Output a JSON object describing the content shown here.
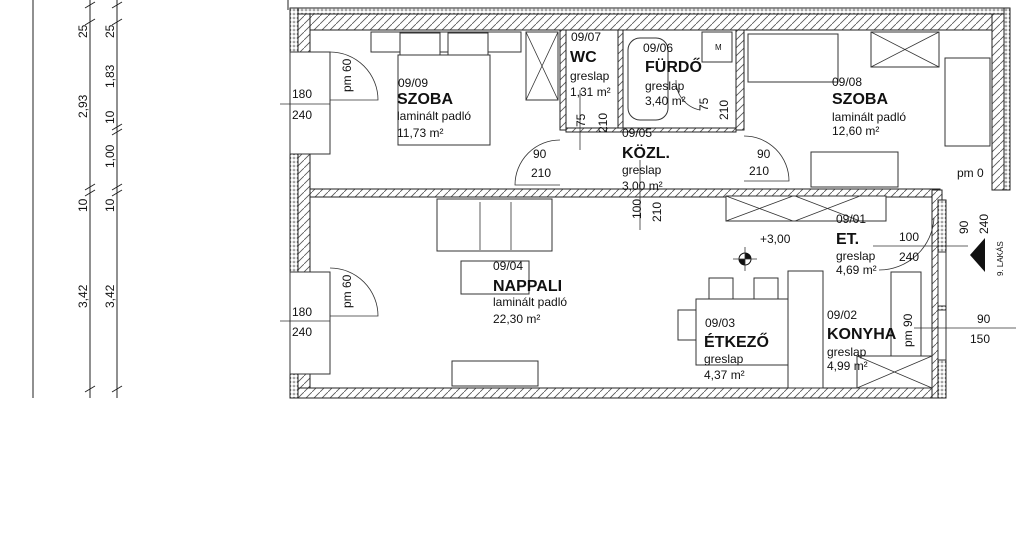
{
  "dimensions": {
    "chain_outer": [
      "25",
      "2,93",
      "10",
      "3,42"
    ],
    "chain_inner": [
      "25",
      "1,83",
      "10",
      "1,00",
      "10",
      "3,42"
    ]
  },
  "rooms": {
    "szoba1": {
      "code": "09/09",
      "name": "SZOBA",
      "floor": "laminált padló",
      "area": "11,73 m²"
    },
    "wc": {
      "code": "09/07",
      "name": "WC",
      "floor": "greslap",
      "area": "1,31 m²"
    },
    "furdo": {
      "code": "09/06",
      "name": "FÜRDŐ",
      "floor": "greslap",
      "area": "3,40 m²"
    },
    "kozl": {
      "code": "09/05",
      "name": "KÖZL.",
      "floor": "greslap",
      "area": "3,00 m²"
    },
    "szoba2": {
      "code": "09/08",
      "name": "SZOBA",
      "floor": "laminált padló",
      "area": "12,60 m²"
    },
    "et": {
      "code": "09/01",
      "name": "ET.",
      "floor": "greslap",
      "area": "4,69 m²"
    },
    "konyha": {
      "code": "09/02",
      "name": "KONYHA",
      "floor": "greslap",
      "area": "4,99 m²"
    },
    "etkezo": {
      "code": "09/03",
      "name": "ÉTKEZŐ",
      "floor": "greslap",
      "area": "4,37 m²"
    },
    "nappali": {
      "code": "09/04",
      "name": "NAPPALI",
      "floor": "laminált padló",
      "area": "22,30 m²"
    }
  },
  "openings": {
    "window1": {
      "sill": "pm 60",
      "width": "180",
      "height": "240"
    },
    "window2": {
      "sill": "pm 60",
      "width": "180",
      "height": "240"
    },
    "door_szoba1": {
      "width": "90",
      "height": "210"
    },
    "door_wc": {
      "width": "75",
      "height": "210"
    },
    "door_furdo": {
      "width": "75",
      "height": "210"
    },
    "opening_kozl": {
      "width": "100",
      "height": "210"
    },
    "door_szoba2": {
      "width": "90",
      "height": "210"
    },
    "window_szoba2": {
      "sill": "pm 0"
    },
    "entry_door": {
      "width": "100",
      "height": "240"
    },
    "entry_outside": {
      "width": "90",
      "height": "240"
    },
    "window_konyha": {
      "sill": "pm 90",
      "width": "90",
      "height": "150"
    }
  },
  "level": "+3,00",
  "apartment_label": "9. LAKÁS",
  "appliance_label": "M"
}
